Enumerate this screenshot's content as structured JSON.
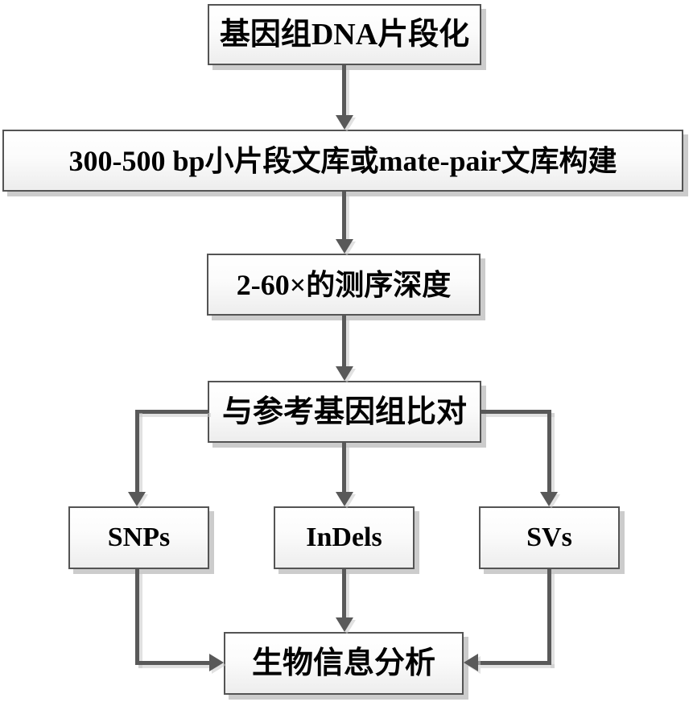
{
  "diagram_type": "flowchart",
  "nodes": {
    "fragmentation": {
      "label": "基因组DNA片段化"
    },
    "library": {
      "label": "300-500 bp小片段文库或mate-pair文库构建"
    },
    "depth": {
      "label": "2-60×的测序深度"
    },
    "alignment": {
      "label": "与参考基因组比对"
    },
    "snps": {
      "label": "SNPs"
    },
    "indels": {
      "label": "InDels"
    },
    "svs": {
      "label": "SVs"
    },
    "bioinfo": {
      "label": "生物信息分析"
    }
  },
  "edges": [
    {
      "from": "fragmentation",
      "to": "library"
    },
    {
      "from": "library",
      "to": "depth"
    },
    {
      "from": "depth",
      "to": "alignment"
    },
    {
      "from": "alignment",
      "to": "snps"
    },
    {
      "from": "alignment",
      "to": "indels"
    },
    {
      "from": "alignment",
      "to": "svs"
    },
    {
      "from": "snps",
      "to": "bioinfo"
    },
    {
      "from": "indels",
      "to": "bioinfo"
    },
    {
      "from": "svs",
      "to": "bioinfo"
    }
  ],
  "colors": {
    "line": "#595959",
    "box_border": "#545454",
    "box_fill_top": "#ffffff",
    "box_fill_bottom": "#ededed",
    "shadow": "#cccccc",
    "text": "#000000",
    "background": "#ffffff"
  }
}
